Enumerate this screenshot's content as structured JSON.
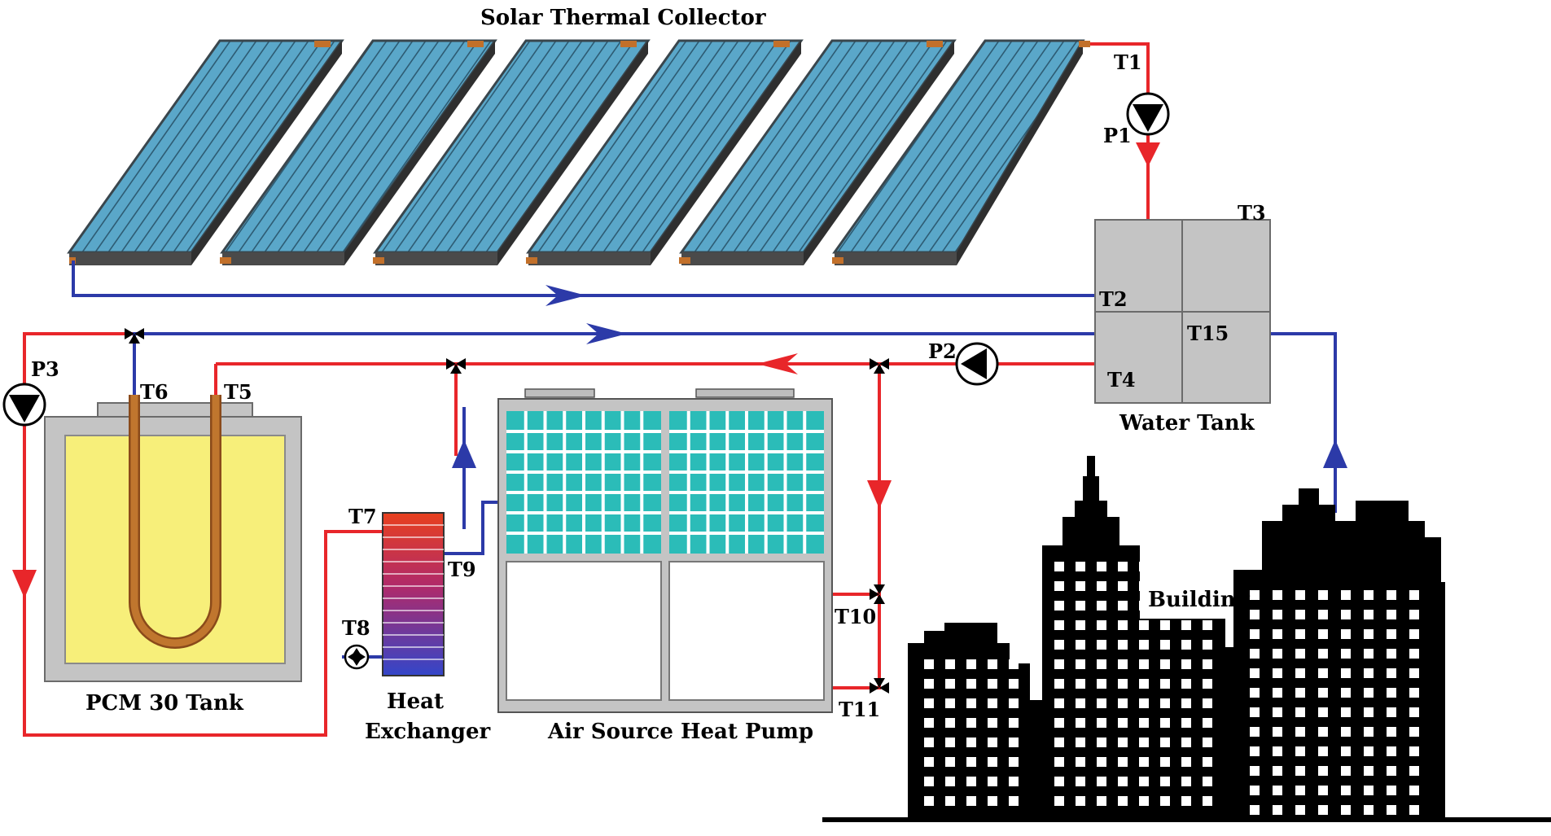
{
  "labels": {
    "collector": "Solar Thermal Collector",
    "water_tank": "Water Tank",
    "pcm_tank": "PCM 30 Tank",
    "heat_exchanger_1": "Heat",
    "heat_exchanger_2": "Exchanger",
    "heat_pump": "Air Source Heat Pump",
    "building": "Building"
  },
  "sensors": {
    "t1": "T1",
    "t2": "T2",
    "t3": "T3",
    "t4": "T4",
    "t5": "T5",
    "t6": "T6",
    "t7": "T7",
    "t8": "T8",
    "t9": "T9",
    "t10": "T10",
    "t11": "T11",
    "t15": "T15"
  },
  "pumps": {
    "p1": "P1",
    "p2": "P2",
    "p3": "P3"
  },
  "colors": {
    "hot_pipe": "#e8262a",
    "cold_pipe": "#2c3aa8",
    "collector_glass": "#5aa7c9",
    "tank_grey": "#c4c4c4",
    "pcm_fill": "#f7ef7a",
    "copper_tube": "#b8651e",
    "fan_grid": "#2bbcb8",
    "building": "#000000"
  },
  "icons": [
    "pump-icon",
    "three-way-valve-icon",
    "flow-arrow-icon"
  ]
}
